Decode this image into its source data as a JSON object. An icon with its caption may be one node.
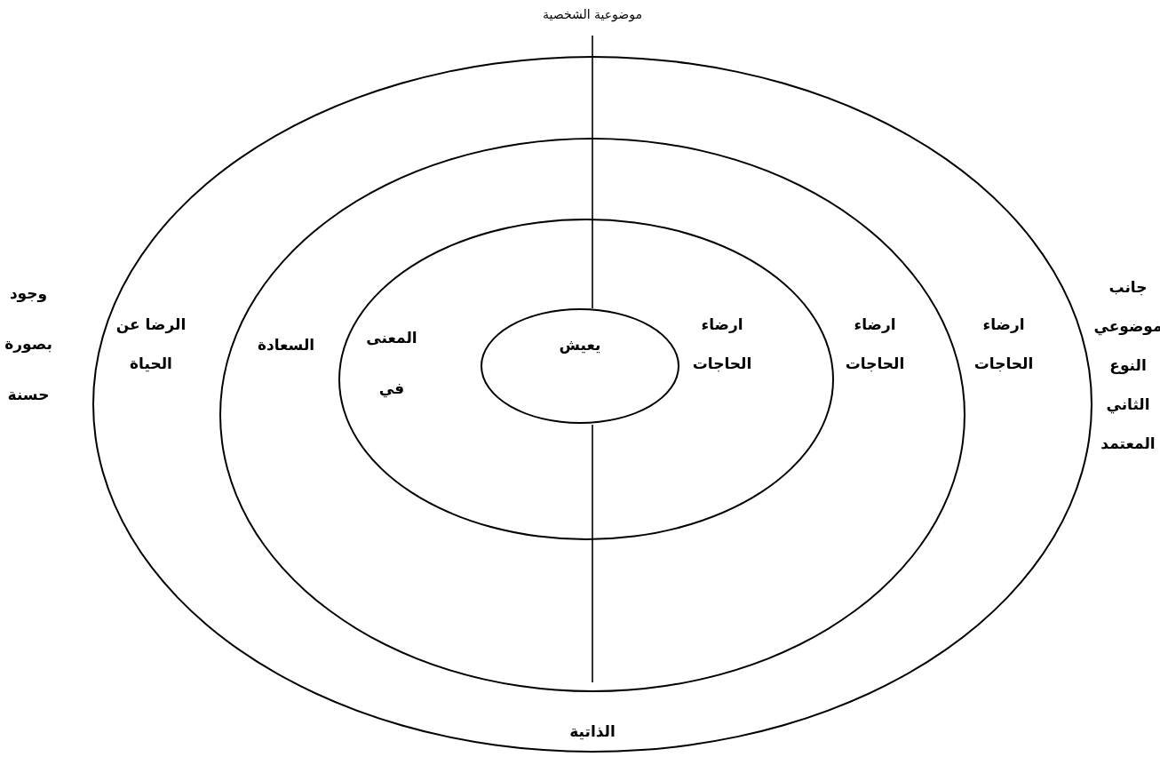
{
  "diagram": {
    "nodes": [
      {
        "text": [
          "ارضاء الحاجات",
          "الرضا عن الحياة"
        ]
      },
      {
        "text": [
          "ارضاء الحاجات",
          "السعادة"
        ],
        "in": 0
      },
      {
        "text": [
          "ارضاء الحاجات",
          "المعنى في"
        ],
        "in": 1
      },
      {
        "text": [
          "يعيش"
        ],
        "in": 2
      }
    ],
    "edges": [],
    "labels": [
      "موضوعية الشخصية",
      "جانب موضوعي النوع الثاني المعتمد",
      "وجود بصورة حسنة",
      "الذاتية"
    ]
  }
}
